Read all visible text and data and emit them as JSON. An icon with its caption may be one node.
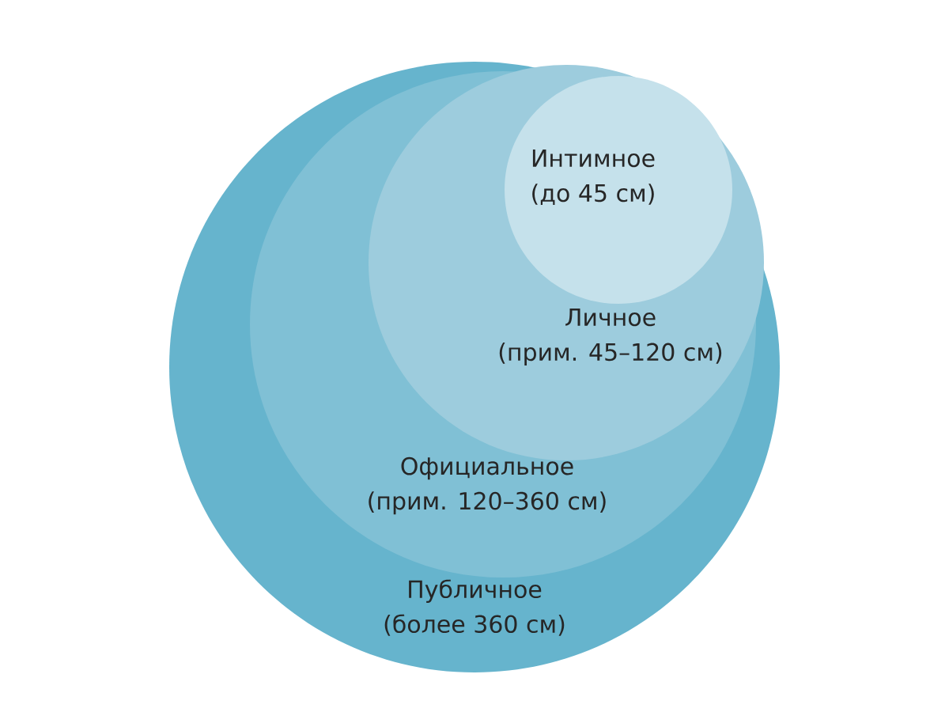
{
  "diagram": {
    "nodes": [
      {
        "text": [
          "Публичное",
          "(более 360 см)"
        ]
      },
      {
        "text": [
          "Официальное",
          "(прим. 120–360 см)"
        ],
        "in": 0
      },
      {
        "text": [
          "Личное",
          "(прим. 45–120 см)"
        ],
        "in": 1
      },
      {
        "text": [
          "Интимное",
          "(до 45 см)"
        ],
        "in": 2
      }
    ]
  }
}
